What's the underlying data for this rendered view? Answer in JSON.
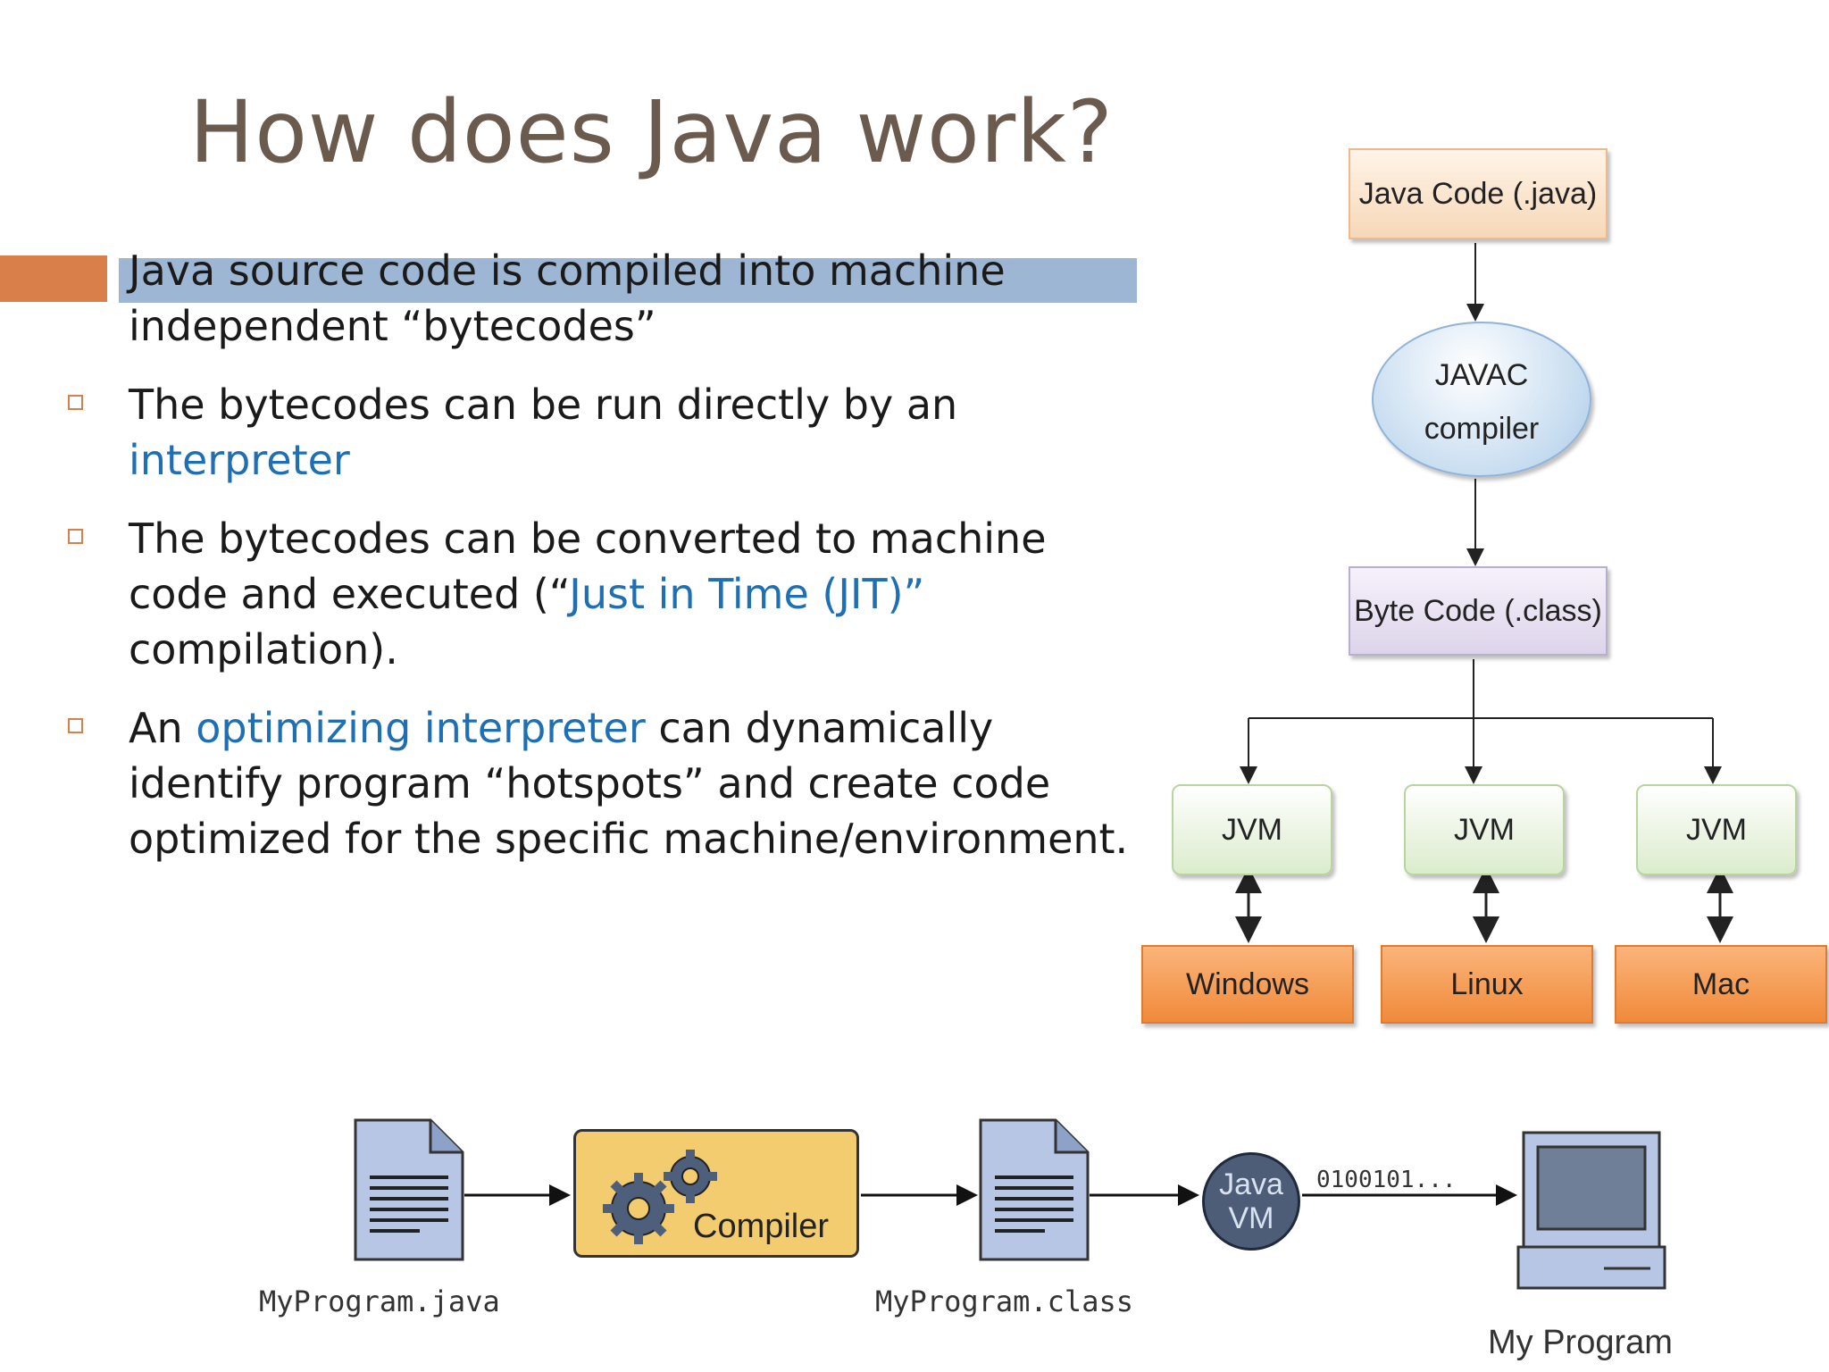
{
  "slide": {
    "title": "How does Java work?",
    "bullets": [
      {
        "parts": [
          {
            "text": "Java source code is compiled into machine independent “bytecodes”",
            "link": false
          }
        ]
      },
      {
        "parts": [
          {
            "text": "The bytecodes can be run directly by an ",
            "link": false
          },
          {
            "text": "interpreter",
            "link": true
          }
        ]
      },
      {
        "parts": [
          {
            "text": "The bytecodes can be converted to machine code and executed (“",
            "link": false
          },
          {
            "text": "Just in Time (JIT)”",
            "link": true
          },
          {
            "text": " compilation).",
            "link": false
          }
        ]
      },
      {
        "parts": [
          {
            "text": "An ",
            "link": false
          },
          {
            "text": "optimizing interpreter",
            "link": true
          },
          {
            "text": " can dynamically identify program “hotspots” and create code optimized for the specific machine/environment.",
            "link": false
          }
        ]
      }
    ]
  },
  "flow": {
    "java_code": "Java Code (.java)",
    "javac_line1": "JAVAC",
    "javac_line2": "compiler",
    "byte_code": "Byte Code (.class)",
    "jvms": [
      "JVM",
      "JVM",
      "JVM"
    ],
    "platforms": [
      "Windows",
      "Linux",
      "Mac"
    ]
  },
  "pipeline": {
    "source_file": "MyProgram.java",
    "compiler": "Compiler",
    "class_file": "MyProgram.class",
    "vm_line1": "Java",
    "vm_line2": "VM",
    "bits": "0100101...",
    "program": "My Program"
  },
  "colors": {
    "title": "#6b5a4e",
    "link": "#1f6fb4",
    "accent_orange": "#d9804a",
    "highlight_blue": "#9db6d3"
  }
}
